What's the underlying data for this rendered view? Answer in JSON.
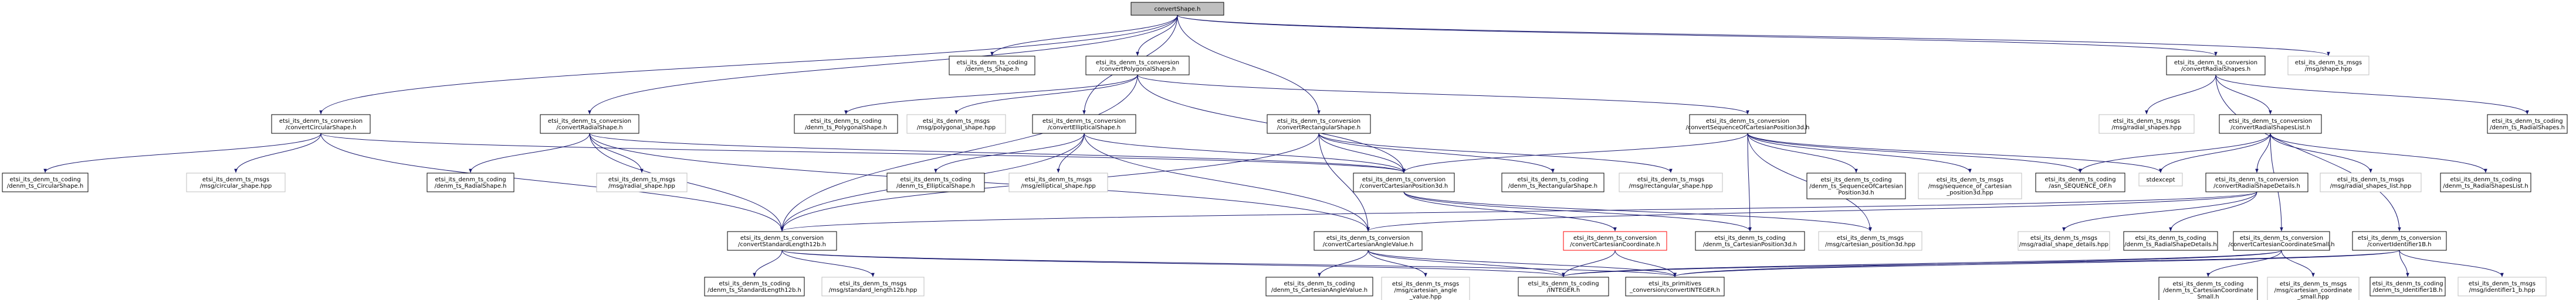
{
  "colors": {
    "root_fill": "#bfbfbf",
    "edge": "#191970",
    "external_border": "#bfbfbf",
    "missing_border": "#ff0000"
  },
  "nodes": {
    "root": [
      "convertShape.h"
    ],
    "n1": [
      "etsi_its_denm_ts_coding",
      "/denm_ts_Shape.h"
    ],
    "n2": [
      "etsi_its_denm_ts_conversion",
      "/convertPolygonalShape.h"
    ],
    "n3": [
      "etsi_its_denm_ts_conversion",
      "/convertCircularShape.h"
    ],
    "n4": [
      "etsi_its_denm_ts_conversion",
      "/convertRadialShape.h"
    ],
    "n5": [
      "etsi_its_denm_ts_coding",
      "/denm_ts_PolygonalShape.h"
    ],
    "n6": [
      "etsi_its_denm_ts_msgs",
      "/msg/polygonal_shape.hpp"
    ],
    "n7": [
      "etsi_its_denm_ts_conversion",
      "/convertEllipticalShape.h"
    ],
    "n8": [
      "etsi_its_denm_ts_conversion",
      "/convertRectangularShape.h"
    ],
    "n9": [
      "etsi_its_denm_ts_conversion",
      "/convertSequenceOfCartesianPosition3d.h"
    ],
    "n10": [
      "etsi_its_denm_ts_conversion",
      "/convertRadialShapes.h"
    ],
    "n11": [
      "etsi_its_denm_ts_msgs",
      "/msg/shape.hpp"
    ],
    "n12": [
      "etsi_its_denm_ts_coding",
      "/denm_ts_CircularShape.h"
    ],
    "n13": [
      "etsi_its_denm_ts_msgs",
      "/msg/circular_shape.hpp"
    ],
    "n14": [
      "etsi_its_denm_ts_coding",
      "/denm_ts_RadialShape.h"
    ],
    "n15": [
      "etsi_its_denm_ts_msgs",
      "/msg/radial_shape.hpp"
    ],
    "n16": [
      "etsi_its_denm_ts_conversion",
      "/convertCartesianPosition3d.h"
    ],
    "n17": [
      "etsi_its_denm_ts_coding",
      "/denm_ts_EllipticalShape.h"
    ],
    "n18": [
      "etsi_its_denm_ts_msgs",
      "/msg/elliptical_shape.hpp"
    ],
    "n19": [
      "etsi_its_denm_ts_coding",
      "/denm_ts_RectangularShape.h"
    ],
    "n20": [
      "etsi_its_denm_ts_msgs",
      "/msg/rectangular_shape.hpp"
    ],
    "n21": [
      "etsi_its_denm_ts_coding",
      "/denm_ts_SequenceOfCartesian",
      "Position3d.h"
    ],
    "n22": [
      "etsi_its_denm_ts_msgs",
      "/msg/sequence_of_cartesian",
      "_position3d.hpp"
    ],
    "n23": [
      "etsi_its_denm_ts_coding",
      "/asn_SEQUENCE_OF.h"
    ],
    "n24": [
      "stdexcept"
    ],
    "n25": [
      "etsi_its_denm_ts_msgs",
      "/msg/radial_shapes.hpp"
    ],
    "n26": [
      "etsi_its_denm_ts_conversion",
      "/convertRadialShapesList.h"
    ],
    "n27": [
      "etsi_its_denm_ts_coding",
      "/denm_ts_RadialShapes.h"
    ],
    "n28": [
      "etsi_its_denm_ts_conversion",
      "/convertRadialShapeDetails.h"
    ],
    "n29": [
      "etsi_its_denm_ts_msgs",
      "/msg/radial_shapes_list.hpp"
    ],
    "n30": [
      "etsi_its_denm_ts_coding",
      "/denm_ts_RadialShapesList.h"
    ],
    "n31": [
      "etsi_its_denm_ts_conversion",
      "/convertStandardLength12b.h"
    ],
    "n32": [
      "etsi_its_denm_ts_conversion",
      "/convertCartesianAngleValue.h"
    ],
    "n33": [
      "etsi_its_denm_ts_conversion",
      "/convertCartesianCoordinate.h"
    ],
    "n34": [
      "etsi_its_denm_ts_coding",
      "/denm_ts_CartesianPosition3d.h"
    ],
    "n35": [
      "etsi_its_denm_ts_msgs",
      "/msg/cartesian_position3d.hpp"
    ],
    "n36": [
      "etsi_its_denm_ts_msgs",
      "/msg/radial_shape_details.hpp"
    ],
    "n37": [
      "etsi_its_denm_ts_coding",
      "/denm_ts_RadialShapeDetails.h"
    ],
    "n38": [
      "etsi_its_denm_ts_conversion",
      "/convertCartesianCoordinateSmall.h"
    ],
    "n39": [
      "etsi_its_denm_ts_conversion",
      "/convertIdentifier1B.h"
    ],
    "n40": [
      "etsi_its_denm_ts_coding",
      "/denm_ts_StandardLength12b.h"
    ],
    "n41": [
      "etsi_its_denm_ts_msgs",
      "/msg/standard_length12b.hpp"
    ],
    "n42": [
      "etsi_its_denm_ts_coding",
      "/denm_ts_CartesianAngleValue.h"
    ],
    "n43": [
      "etsi_its_denm_ts_msgs",
      "/msg/cartesian_angle",
      "_value.hpp"
    ],
    "n44": [
      "etsi_its_denm_ts_coding",
      "/INTEGER.h"
    ],
    "n45": [
      "etsi_its_primitives",
      "_conversion/convertINTEGER.h"
    ],
    "n46": [
      "etsi_its_denm_ts_coding",
      "/denm_ts_CartesianCoordinate",
      "Small.h"
    ],
    "n47": [
      "etsi_its_denm_ts_msgs",
      "/msg/cartesian_coordinate",
      "_small.hpp"
    ],
    "n48": [
      "etsi_its_denm_ts_coding",
      "/denm_ts_Identifier1B.h"
    ],
    "n49": [
      "etsi_its_denm_ts_msgs",
      "/msg/identifier1_b.hpp"
    ]
  }
}
